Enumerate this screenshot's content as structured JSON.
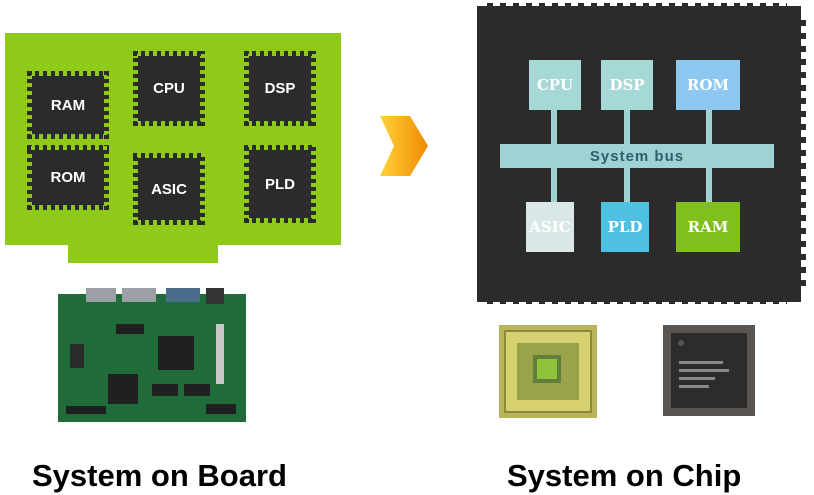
{
  "board": {
    "chips": {
      "ram": "RAM",
      "cpu": "CPU",
      "dsp": "DSP",
      "rom": "ROM",
      "asic": "ASIC",
      "pld": "PLD"
    },
    "caption": "System on Board",
    "board_color": "#8fca1a",
    "chip_color": "#2b2b2b"
  },
  "soc": {
    "blocks": {
      "cpu": "CPU",
      "dsp": "DSP",
      "rom": "ROM",
      "asic": "ASIC",
      "pld": "PLD",
      "ram": "RAM"
    },
    "bus_label": "System bus",
    "caption": "System on Chip",
    "colors": {
      "cpu": "#a6d9d6",
      "dsp": "#a6d9d6",
      "rom": "#8ec8f0",
      "asic": "#d9e8e6",
      "pld": "#4ec0e2",
      "ram": "#7fbf1e",
      "bus": "#9fd3d3",
      "die": "#2b2b2b"
    }
  },
  "arrow_color": "#f5a000"
}
